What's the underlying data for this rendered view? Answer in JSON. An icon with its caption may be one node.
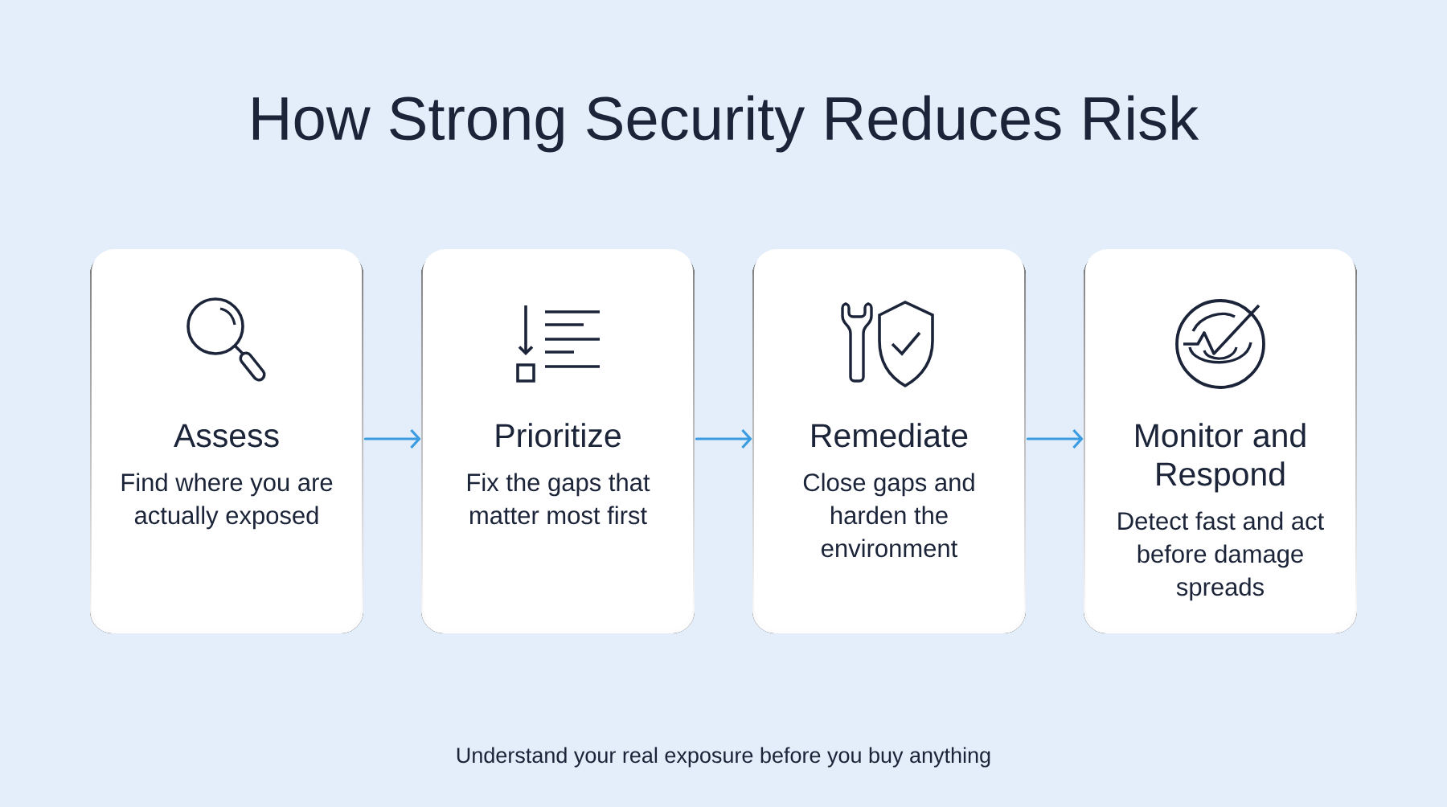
{
  "diagram": {
    "title": "How Strong Security Reduces Risk",
    "caption": "Understand your real exposure before you buy anything",
    "nodes": [
      {
        "text": [
          "Assess",
          "Find where you are actually exposed"
        ]
      },
      {
        "text": [
          "Prioritize",
          "Fix the gaps that matter most first"
        ]
      },
      {
        "text": [
          "Remediate",
          "Close gaps and harden the environment"
        ]
      },
      {
        "text": [
          "Monitor and Respond",
          "Detect fast and act before damage spreads"
        ]
      }
    ],
    "edges": [
      {
        "from": 0,
        "to": 1,
        "arrow": "to"
      },
      {
        "from": 1,
        "to": 2,
        "arrow": "to"
      },
      {
        "from": 2,
        "to": 3,
        "arrow": "to"
      }
    ]
  }
}
